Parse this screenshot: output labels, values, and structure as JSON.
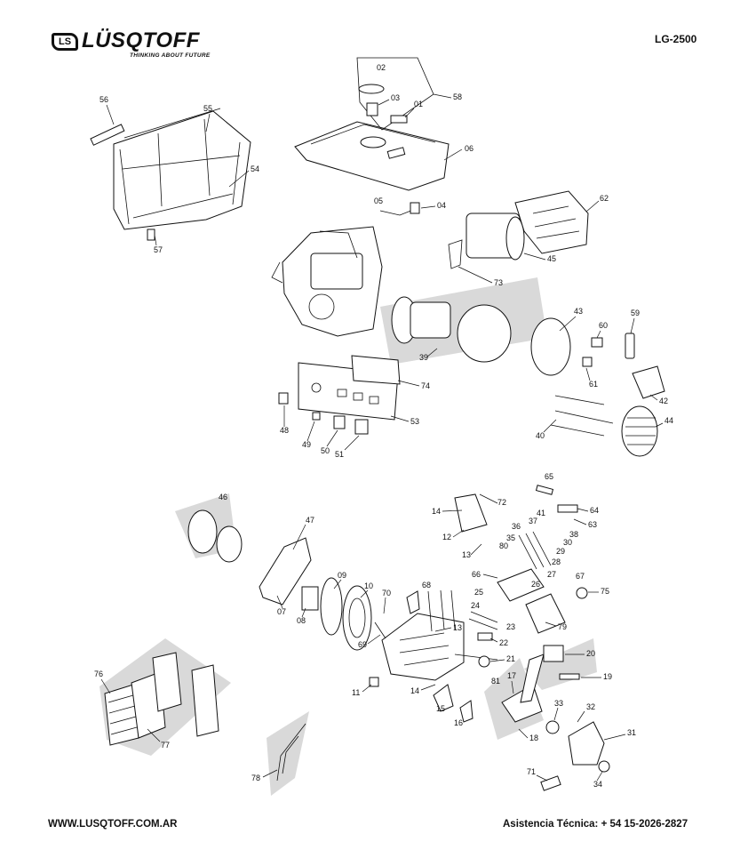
{
  "header": {
    "logo_mark": "LS",
    "brand": "LÜSQTOFF",
    "tagline": "THINKING ABOUT FUTURE",
    "model": "LG-2500"
  },
  "footer": {
    "website": "WWW.LUSQTOFF.COM.AR",
    "support": "Asistencia Técnica: + 54 15-2026-2827"
  },
  "part_numbers": [
    "01",
    "02",
    "03",
    "04",
    "05",
    "06",
    "07",
    "08",
    "09",
    "10",
    "11",
    "12",
    "13",
    "14",
    "15",
    "16",
    "17",
    "18",
    "19",
    "20",
    "21",
    "22",
    "23",
    "24",
    "25",
    "26",
    "27",
    "28",
    "29",
    "30",
    "31",
    "32",
    "33",
    "34",
    "35",
    "36",
    "37",
    "38",
    "39",
    "40",
    "41",
    "42",
    "43",
    "44",
    "45",
    "46",
    "47",
    "48",
    "49",
    "50",
    "51",
    "53",
    "54",
    "55",
    "56",
    "57",
    "58",
    "59",
    "60",
    "61",
    "62",
    "63",
    "64",
    "65",
    "66",
    "67",
    "68",
    "69",
    "70",
    "71",
    "72",
    "73",
    "74",
    "75",
    "76",
    "77",
    "78",
    "79",
    "80",
    "81"
  ]
}
